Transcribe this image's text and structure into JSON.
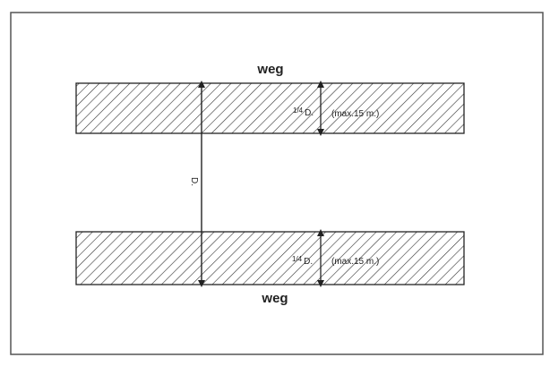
{
  "diagram": {
    "top_road_label": "weg",
    "bottom_road_label": "weg",
    "distance_label": "D.",
    "zone_depth_label_top": {
      "fraction": "1/4",
      "suffix": "D."
    },
    "zone_depth_label_bottom": {
      "fraction": "1/4",
      "suffix": "D."
    },
    "max_note_top": "(max.15 m.)",
    "max_note_bottom": "(max.15 m.)"
  },
  "colors": {
    "ink": "#222222",
    "frame": "#555555",
    "background": "#ffffff"
  }
}
